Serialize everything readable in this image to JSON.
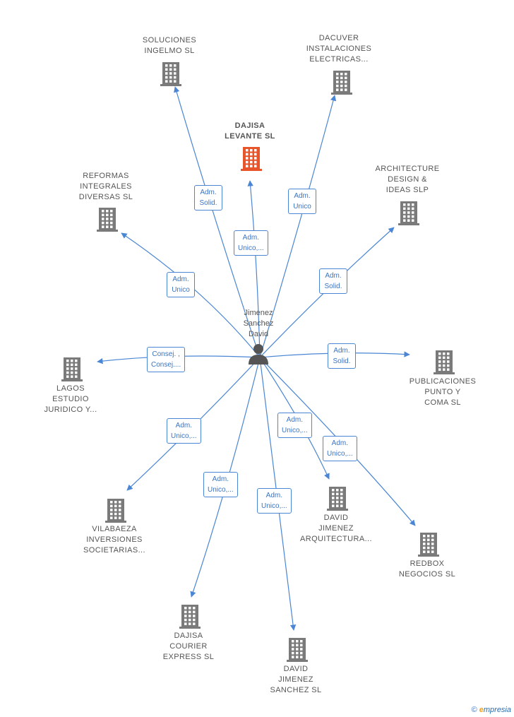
{
  "center": {
    "label": "Jimenez\nSanchez\nDavid",
    "icon": "person-icon"
  },
  "colors": {
    "building": "#7a7a7a",
    "focus_building": "#e8552b",
    "edge": "#4a86d4",
    "label_text": "#555555"
  },
  "nodes": [
    {
      "id": "soluciones-ingelmo",
      "label": "SOLUCIONES\nINGELMO SL",
      "relation": "Adm.\nSolid."
    },
    {
      "id": "dacuver-instalaciones",
      "label": "DACUVER\nINSTALACIONES\nELECTRICAS...",
      "relation": "Adm.\nUnico"
    },
    {
      "id": "dajisa-levante",
      "label": "DAJISA\nLEVANTE SL",
      "relation": "Adm.\nUnico,...",
      "focus": true
    },
    {
      "id": "reformas-integrales",
      "label": "REFORMAS\nINTEGRALES\nDIVERSAS SL",
      "relation": "Adm.\nUnico"
    },
    {
      "id": "architecture-design",
      "label": "ARCHITECTURE\nDESIGN &\nIDEAS SLP",
      "relation": "Adm.\nSolid."
    },
    {
      "id": "lagos-estudio",
      "label": "LAGOS\nESTUDIO\nJURIDICO Y...",
      "relation": "Consej. ,\nConsej...."
    },
    {
      "id": "publicaciones-punto",
      "label": "PUBLICACIONES\nPUNTO Y\nCOMA SL",
      "relation": "Adm.\nSolid."
    },
    {
      "id": "vilabaeza-inversiones",
      "label": "VILABAEZA\nINVERSIONES\nSOCIETARIAS...",
      "relation": "Adm.\nUnico,..."
    },
    {
      "id": "david-jimenez-arquitectura",
      "label": "DAVID\nJIMENEZ\nARQUITECTURA...",
      "relation": "Adm.\nUnico,..."
    },
    {
      "id": "redbox-negocios",
      "label": "REDBOX\nNEGOCIOS SL",
      "relation": "Adm.\nUnico,..."
    },
    {
      "id": "dajisa-courier",
      "label": "DAJISA\nCOURIER\nEXPRESS SL",
      "relation": "Adm.\nUnico,..."
    },
    {
      "id": "david-jimenez-sanchez",
      "label": "DAVID\nJIMENEZ\nSANCHEZ SL",
      "relation": "Adm.\nUnico,..."
    }
  ],
  "footer": {
    "copyright": "©",
    "brand_e": "e",
    "brand_rest": "mpresia"
  }
}
